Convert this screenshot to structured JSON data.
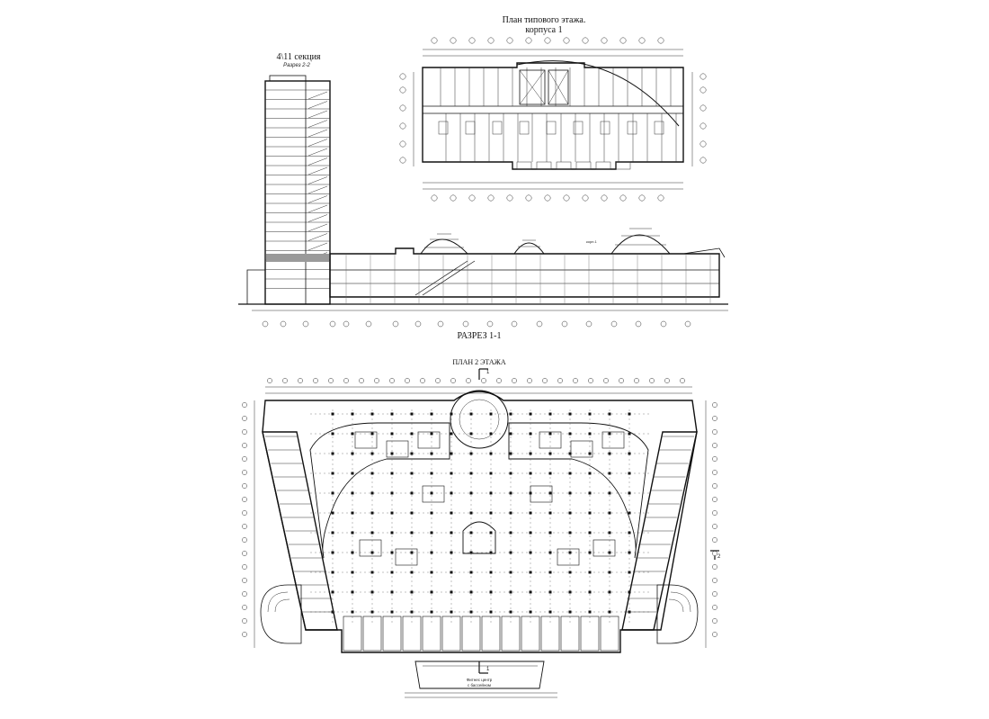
{
  "sheet": {
    "typical_plan": {
      "title_line1": "План типового этажа.",
      "title_line2": "корпуса 1"
    },
    "tower_section": {
      "title": "4\\11 секция",
      "subtitle": "Разрез 2-2"
    },
    "section": {
      "title": "РАЗРЕЗ 1-1",
      "label": "корп.1"
    },
    "second_floor": {
      "title": "ПЛАН 2 ЭТАЖА",
      "cut_mark": "1",
      "cut_mark_side": "2",
      "entrance_line1": "Фитнес центр",
      "entrance_line2": "с бассейном"
    }
  }
}
